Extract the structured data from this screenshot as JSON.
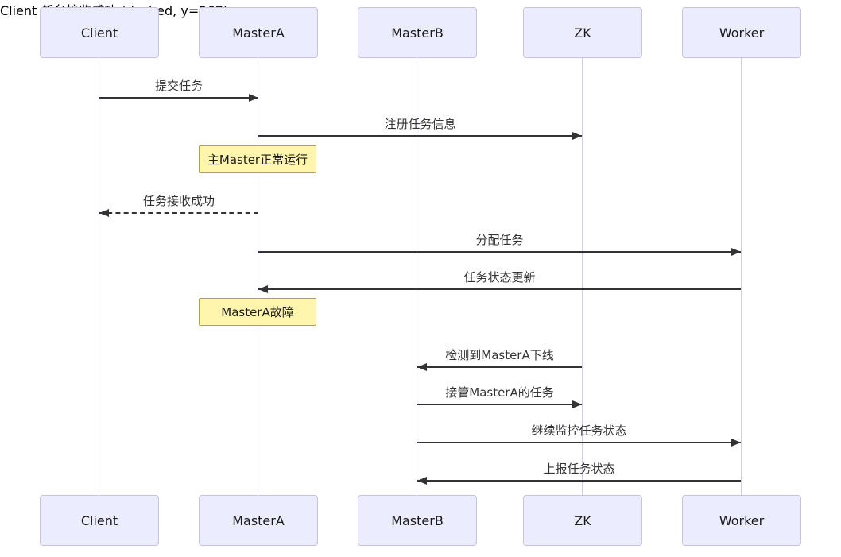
{
  "diagram": {
    "type": "sequence-diagram",
    "actors": [
      {
        "name": "Client"
      },
      {
        "name": "MasterA"
      },
      {
        "name": "MasterB"
      },
      {
        "name": "ZK"
      },
      {
        "name": "Worker"
      }
    ],
    "messages": [
      {
        "from": "Client",
        "to": "MasterA",
        "label": "提交任务",
        "style": "solid",
        "direction": "right"
      },
      {
        "from": "MasterA",
        "to": "ZK",
        "label": "注册任务信息",
        "style": "solid",
        "direction": "right"
      },
      {
        "from": "MasterA",
        "to": "Client",
        "label": "任务接收成功",
        "style": "dashed",
        "direction": "left"
      },
      {
        "from": "MasterA",
        "to": "Worker",
        "label": "分配任务",
        "style": "solid",
        "direction": "right"
      },
      {
        "from": "Worker",
        "to": "MasterA",
        "label": "任务状态更新",
        "style": "solid",
        "direction": "left"
      },
      {
        "from": "ZK",
        "to": "MasterB",
        "label": "检测到MasterA下线",
        "style": "solid",
        "direction": "left"
      },
      {
        "from": "MasterB",
        "to": "ZK",
        "label": "接管MasterA的任务",
        "style": "solid",
        "direction": "right"
      },
      {
        "from": "MasterB",
        "to": "Worker",
        "label": "继续监控任务状态",
        "style": "solid",
        "direction": "right"
      },
      {
        "from": "Worker",
        "to": "MasterB",
        "label": "上报任务状态",
        "style": "solid",
        "direction": "left"
      }
    ],
    "notes": [
      {
        "over": "MasterA",
        "label": "主Master正常运行"
      },
      {
        "over": "MasterA",
        "label": "MasterA故障"
      }
    ],
    "colors": {
      "actor_fill": "#ECECFF",
      "actor_border": "#c6c3e6",
      "lifeline": "#cfccec",
      "note_fill": "#fff5ad",
      "note_border": "#aaaa33",
      "arrow": "#333333",
      "background": "#ffffff"
    }
  }
}
